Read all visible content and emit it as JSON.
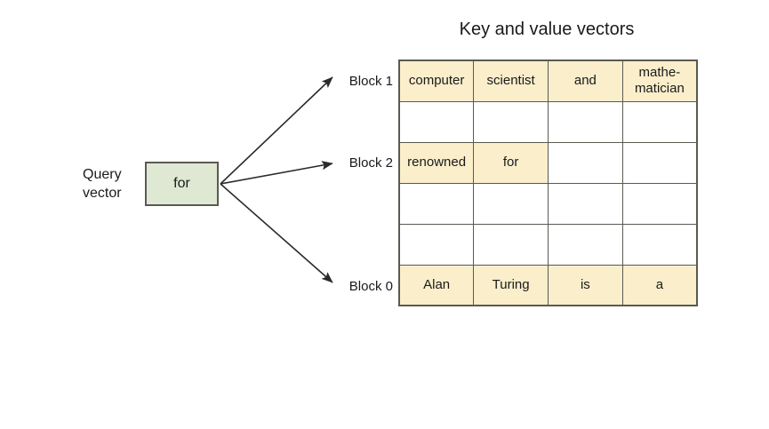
{
  "diagram": {
    "title": "Key and value vectors",
    "query": {
      "label_line1": "Query",
      "label_line2": "vector",
      "value": "for",
      "box_color": "#dfe8d3",
      "border_color": "#5a5a52"
    },
    "arrows": [
      {
        "name": "arrow-to-block-1",
        "target": "Block 1"
      },
      {
        "name": "arrow-to-block-2",
        "target": "Block 2"
      },
      {
        "name": "arrow-to-block-0",
        "target": "Block 0"
      }
    ],
    "block_labels": {
      "block1": "Block 1",
      "block2": "Block 2",
      "block0": "Block 0"
    },
    "table": {
      "fill_color": "#faeecb",
      "empty_color": "#ffffff",
      "border_color": "#5a5a52",
      "columns": 4,
      "rows": [
        {
          "row_index": 0,
          "block": "Block 1",
          "cells": [
            {
              "text": "computer",
              "filled": true
            },
            {
              "text": "scientist",
              "filled": true
            },
            {
              "text": "and",
              "filled": true
            },
            {
              "text": "mathe-\nmatician",
              "filled": true
            }
          ]
        },
        {
          "row_index": 1,
          "block": "",
          "cells": [
            {
              "text": "",
              "filled": false
            },
            {
              "text": "",
              "filled": false
            },
            {
              "text": "",
              "filled": false
            },
            {
              "text": "",
              "filled": false
            }
          ]
        },
        {
          "row_index": 2,
          "block": "Block 2",
          "cells": [
            {
              "text": "renowned",
              "filled": true
            },
            {
              "text": "for",
              "filled": true
            },
            {
              "text": "",
              "filled": false
            },
            {
              "text": "",
              "filled": false
            }
          ]
        },
        {
          "row_index": 3,
          "block": "",
          "cells": [
            {
              "text": "",
              "filled": false
            },
            {
              "text": "",
              "filled": false
            },
            {
              "text": "",
              "filled": false
            },
            {
              "text": "",
              "filled": false
            }
          ]
        },
        {
          "row_index": 4,
          "block": "",
          "cells": [
            {
              "text": "",
              "filled": false
            },
            {
              "text": "",
              "filled": false
            },
            {
              "text": "",
              "filled": false
            },
            {
              "text": "",
              "filled": false
            }
          ]
        },
        {
          "row_index": 5,
          "block": "Block 0",
          "cells": [
            {
              "text": "Alan",
              "filled": true
            },
            {
              "text": "Turing",
              "filled": true
            },
            {
              "text": "is",
              "filled": true
            },
            {
              "text": "a",
              "filled": true
            }
          ]
        }
      ]
    }
  }
}
